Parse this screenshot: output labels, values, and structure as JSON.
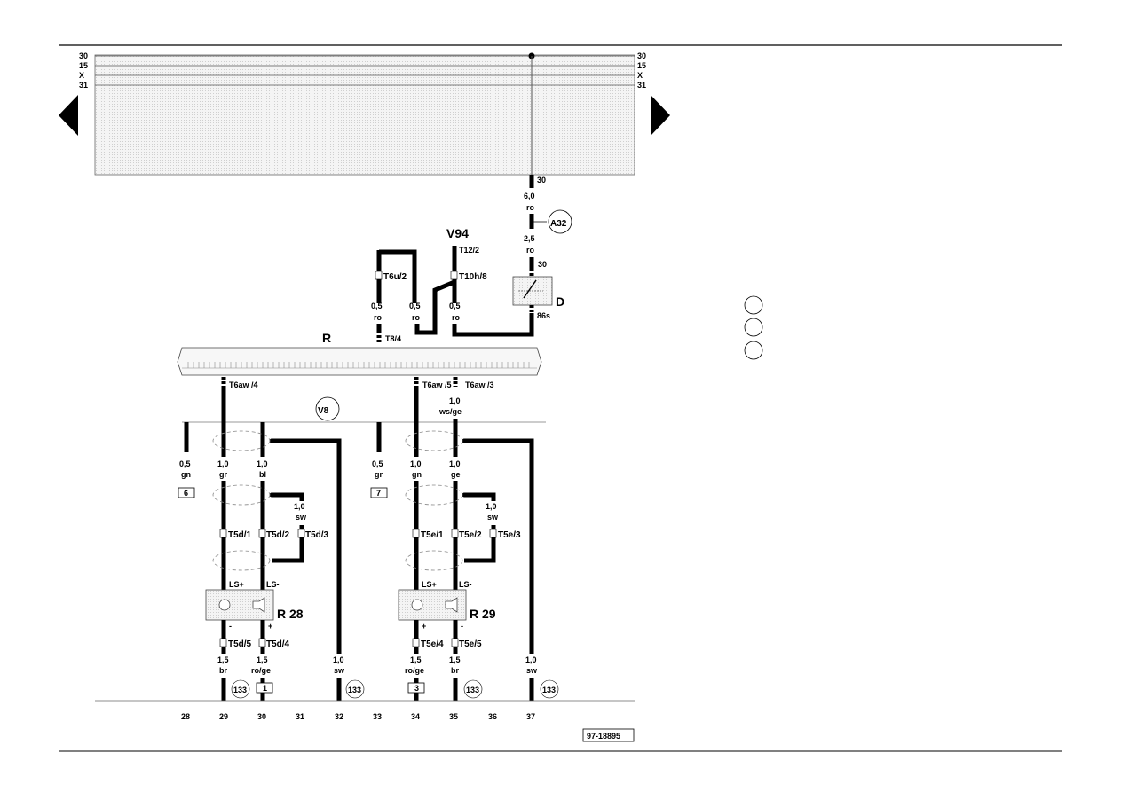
{
  "rails": {
    "left": [
      "30",
      "15",
      "X",
      "31"
    ],
    "right": [
      "30",
      "15",
      "X",
      "31"
    ]
  },
  "nav": {
    "prev_icon": "triangle-left-icon",
    "next_icon": "triangle-right-icon"
  },
  "top_feed": {
    "terminal": "30",
    "size1": "6,0",
    "color1": "ro",
    "connector": "A32",
    "size2": "2,5",
    "color2": "ro",
    "terminal2": "30",
    "relay": "D",
    "relay_out": "86s"
  },
  "upper_wires": {
    "v94": "V94",
    "t12": "T12/2",
    "t6u": "T6u/2",
    "t10h": "T10h/8",
    "w1_size": "0,5",
    "w1_color": "ro",
    "w2_size": "0,5",
    "w2_color": "ro",
    "w3_size": "0,5",
    "w3_color": "ro",
    "t84": "T8/4"
  },
  "component_r": "R",
  "component_v8": "V8",
  "lower_connectors": {
    "t6aw4": "T6aw /4",
    "t6aw5": "T6aw /5",
    "t6aw3": "T6aw /3",
    "t6aw3_size": "1,0",
    "t6aw3_color": "ws/ge"
  },
  "left_group": {
    "w6_size": "0,5",
    "w6_color": "gn",
    "w6_box": "6",
    "w29_size": "1,0",
    "w29_color": "gr",
    "w30_size": "1,0",
    "w30_color": "bl",
    "sw_size": "1,0",
    "sw_color": "sw",
    "t5d1": "T5d/1",
    "t5d2": "T5d/2",
    "t5d3": "T5d/3",
    "ls_plus": "LS+",
    "ls_minus": "LS-",
    "speaker": "R 28",
    "minus": "-",
    "plus": "+",
    "t5d5": "T5d/5",
    "t5d4": "T5d/4",
    "b29_size": "1,5",
    "b29_color": "br",
    "b29_ref": "133",
    "b30_size": "1,5",
    "b30_color": "ro/ge",
    "b30_box": "1",
    "b32_size": "1,0",
    "b32_color": "sw",
    "b32_ref": "133"
  },
  "right_group": {
    "w7_size": "0,5",
    "w7_color": "gr",
    "w7_box": "7",
    "w34_size": "1,0",
    "w34_color": "gn",
    "w35_size": "1,0",
    "w35_color": "ge",
    "sw_size": "1,0",
    "sw_color": "sw",
    "t5e1": "T5e/1",
    "t5e2": "T5e/2",
    "t5e3": "T5e/3",
    "ls_plus": "LS+",
    "ls_minus": "LS-",
    "speaker": "R 29",
    "plus": "+",
    "minus": "-",
    "t5e4": "T5e/4",
    "t5e5": "T5e/5",
    "b34_size": "1,5",
    "b34_color": "ro/ge",
    "b34_box": "3",
    "b35_size": "1,5",
    "b35_color": "br",
    "b35_ref": "133",
    "b37_size": "1,0",
    "b37_color": "sw",
    "b37_ref": "133"
  },
  "columns": [
    "28",
    "29",
    "30",
    "31",
    "32",
    "33",
    "34",
    "35",
    "36",
    "37"
  ],
  "diagram_id": "97-18895"
}
